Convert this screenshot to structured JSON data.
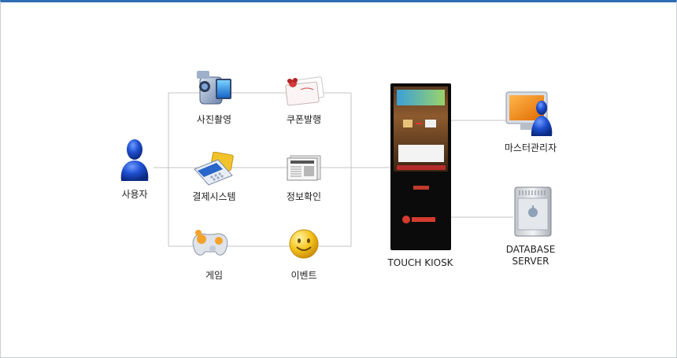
{
  "user": {
    "label": "사용자",
    "icon": "user-figure-icon"
  },
  "services": [
    {
      "key": "photo",
      "label": "사진촬영",
      "icon": "video-camera-icon"
    },
    {
      "key": "coupon",
      "label": "쿠폰발행",
      "icon": "coupon-ticket-icon"
    },
    {
      "key": "payment",
      "label": "결제시스템",
      "icon": "card-payment-icon"
    },
    {
      "key": "info",
      "label": "정보확인",
      "icon": "newspaper-icon"
    },
    {
      "key": "game",
      "label": "게임",
      "icon": "gamepad-icon"
    },
    {
      "key": "event",
      "label": "이벤트",
      "icon": "smiley-icon"
    }
  ],
  "kiosk": {
    "label": "TOUCH KIOSK",
    "icon": "touch-kiosk-icon"
  },
  "admin": {
    "label": "마스터관리자",
    "icon": "admin-monitor-icon"
  },
  "database": {
    "label": "DATABASE\nSERVER",
    "icon": "database-server-icon"
  },
  "colors": {
    "accent": "#2f6db3",
    "line": "#c4c4c4"
  }
}
